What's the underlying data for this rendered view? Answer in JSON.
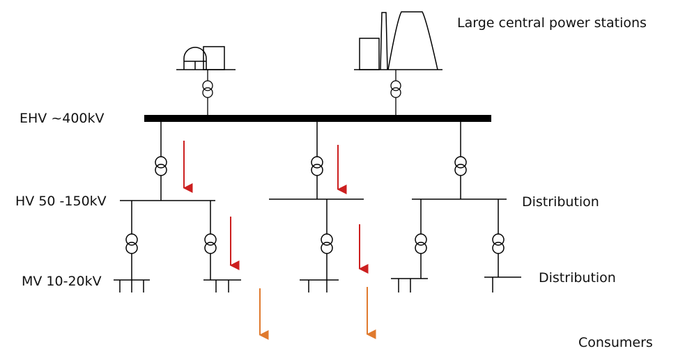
{
  "labels": {
    "stations": "Large central power stations",
    "ehv": "EHV ~400kV",
    "hv": "HV 50 -150kV",
    "mv": "MV 10-20kV",
    "distribution_hv": "Distribution",
    "distribution_mv": "Distribution",
    "consumers": "Consumers"
  },
  "colors": {
    "line": "#000000",
    "arrow_flow": "#cc1f1f",
    "arrow_consumer": "#e07a2e"
  }
}
